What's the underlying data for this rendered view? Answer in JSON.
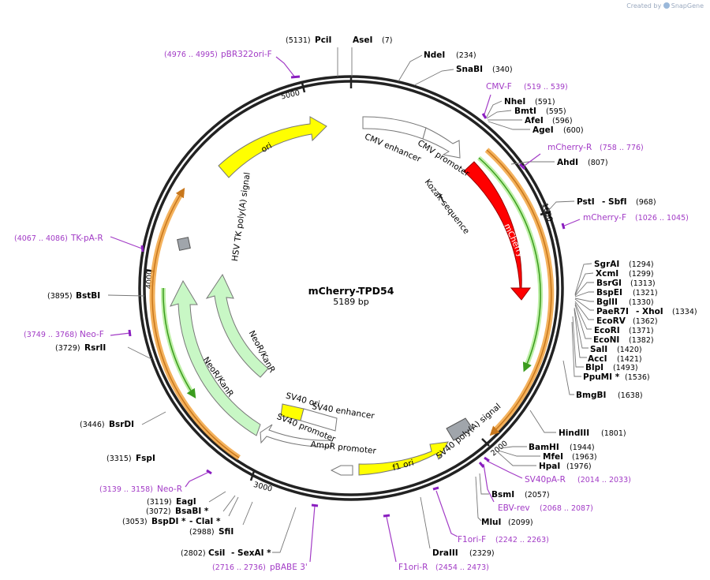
{
  "credit": {
    "prefix": "Created by",
    "brand": "SnapGene"
  },
  "plasmid": {
    "name": "mCherry-TPD54",
    "size": "5189 bp"
  },
  "ticks": [
    "1000",
    "2000",
    "3000",
    "4000",
    "5000"
  ],
  "features": {
    "cmv_enhancer": "CMV enhancer",
    "cmv_promoter": "CMV promoter",
    "kozak": "Kozak sequence",
    "mcherry": "mCherry",
    "hsv_tk": "HSV TK poly(A) signal",
    "ori": "ori",
    "neor_inner": "NeoR/KanR",
    "neor_outer": "NeoR/KanR",
    "sv40_ori": "SV40 ori",
    "sv40_enh": "SV40 enhancer",
    "sv40_prom": "SV40 promoter",
    "ampr_prom": "AmpR promoter",
    "f1_ori": "f1 ori",
    "sv40_polya": "SV40 poly(A) signal"
  },
  "sites": [
    {
      "name": "PciI",
      "num": "(5131)"
    },
    {
      "name": "AseI",
      "num": "(7)"
    },
    {
      "name": "NdeI",
      "num": "(234)"
    },
    {
      "name": "SnaBI",
      "num": "(340)"
    },
    {
      "name": "NheI",
      "num": "(591)"
    },
    {
      "name": "BmtI",
      "num": "(595)"
    },
    {
      "name": "AfeI",
      "num": "(596)"
    },
    {
      "name": "AgeI",
      "num": "(600)"
    },
    {
      "name": "AhdI",
      "num": "(807)"
    },
    {
      "name": "PstI",
      "num": ""
    },
    {
      "name": "- SbfI",
      "num": "(968)"
    },
    {
      "name": "SgrAI",
      "num": "(1294)"
    },
    {
      "name": "XcmI",
      "num": "(1299)"
    },
    {
      "name": "BsrGI",
      "num": "(1313)"
    },
    {
      "name": "BspEI",
      "num": "(1321)"
    },
    {
      "name": "BglII",
      "num": "(1330)"
    },
    {
      "name": "PaeR7I",
      "num": ""
    },
    {
      "name": "- XhoI",
      "num": "(1334)"
    },
    {
      "name": "EcoRV",
      "num": "(1362)"
    },
    {
      "name": "EcoRI",
      "num": "(1371)"
    },
    {
      "name": "EcoNI",
      "num": "(1382)"
    },
    {
      "name": "SalI",
      "num": "(1420)"
    },
    {
      "name": "AccI",
      "num": "(1421)"
    },
    {
      "name": "BlpI",
      "num": "(1493)"
    },
    {
      "name": "PpuMI *",
      "num": "(1536)"
    },
    {
      "name": "BmgBI",
      "num": "(1638)"
    },
    {
      "name": "HindIII",
      "num": "(1801)"
    },
    {
      "name": "BamHI",
      "num": "(1944)"
    },
    {
      "name": "MfeI",
      "num": "(1963)"
    },
    {
      "name": "HpaI",
      "num": "(1976)"
    },
    {
      "name": "BsmI",
      "num": "(2057)"
    },
    {
      "name": "MluI",
      "num": "(2099)"
    },
    {
      "name": "DraIII",
      "num": "(2329)"
    },
    {
      "name": "CsiI",
      "num": "(2802)"
    },
    {
      "name": "- SexAI *",
      "num": ""
    },
    {
      "name": "SfiI",
      "num": "(2988)"
    },
    {
      "name": "BspDI *",
      "num": "(3053)"
    },
    {
      "name": "- ClaI *",
      "num": ""
    },
    {
      "name": "BsaBI *",
      "num": "(3072)"
    },
    {
      "name": "EagI",
      "num": "(3119)"
    },
    {
      "name": "FspI",
      "num": "(3315)"
    },
    {
      "name": "BsrDI",
      "num": "(3446)"
    },
    {
      "name": "RsrII",
      "num": "(3729)"
    },
    {
      "name": "BstBI",
      "num": "(3895)"
    }
  ],
  "primers": [
    {
      "name": "pBR322ori-F",
      "range": "(4976 .. 4995)"
    },
    {
      "name": "CMV-F",
      "range": "(519 .. 539)"
    },
    {
      "name": "mCherry-R",
      "range": "(758 .. 776)"
    },
    {
      "name": "mCherry-F",
      "range": "(1026 .. 1045)"
    },
    {
      "name": "SV40pA-R",
      "range": "(2014 .. 2033)"
    },
    {
      "name": "EBV-rev",
      "range": "(2068 .. 2087)"
    },
    {
      "name": "F1ori-F",
      "range": "(2242 .. 2263)"
    },
    {
      "name": "F1ori-R",
      "range": "(2454 .. 2473)"
    },
    {
      "name": "pBABE 3'",
      "range": "(2716 .. 2736)"
    },
    {
      "name": "Neo-R",
      "range": "(3139 .. 3158)"
    },
    {
      "name": "Neo-F",
      "range": "(3749 .. 3768)"
    },
    {
      "name": "TK-pA-R",
      "range": "(4067 .. 4086)"
    }
  ],
  "colors": {
    "backbone": "#222222",
    "mcherry": "#ff0000",
    "ori": "#ffff00",
    "neo": "#c8f7c5",
    "primer": "#a23bc6",
    "orange_arc": "#f2a541",
    "green_arc": "#3b9c1e",
    "polya": "#a0a5ab"
  }
}
